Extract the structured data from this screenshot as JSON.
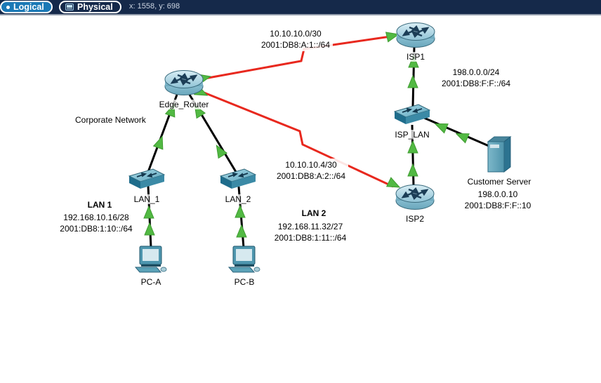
{
  "titlebar": {
    "logical_tab": "Logical",
    "physical_tab": "Physical",
    "coordinates": "x: 1558, y: 698"
  },
  "devices": {
    "edge_router": {
      "label": "Edge_Router",
      "type": "router"
    },
    "isp1": {
      "label": "ISP1",
      "type": "router"
    },
    "isp2": {
      "label": "ISP2",
      "type": "router"
    },
    "isp_lan": {
      "label": "ISP_LAN",
      "type": "switch"
    },
    "lan1": {
      "label": "LAN_1",
      "type": "switch"
    },
    "lan2": {
      "label": "LAN_2",
      "type": "switch"
    },
    "pc_a": {
      "label": "PC-A",
      "type": "pc"
    },
    "pc_b": {
      "label": "PC-B",
      "type": "pc"
    },
    "customer_server": {
      "label": "Customer Server",
      "type": "server"
    }
  },
  "notes": {
    "wan1": {
      "line1": "10.10.10.0/30",
      "line2": "2001:DB8:A:1::/64"
    },
    "isp_subnet": {
      "line1": "198.0.0.0/24",
      "line2": "2001:DB8:F:F::/64"
    },
    "corporate": {
      "text": "Corporate Network"
    },
    "wan2": {
      "line1": "10.10.10.4/30",
      "line2": "2001:DB8:A:2::/64"
    },
    "lan1": {
      "title": "LAN 1",
      "line1": "192.168.10.16/28",
      "line2": "2001:DB8:1:10::/64"
    },
    "lan2": {
      "title": "LAN 2",
      "line1": "192.168.11.32/27",
      "line2": "2001:DB8:1:11::/64"
    },
    "server": {
      "line1": "198.0.0.10",
      "line2": "2001:DB8:F:F::10"
    }
  },
  "colors": {
    "titlebar_bg": "#15294a",
    "active_tab": "#1b79b6",
    "serial_link": "#e8281e",
    "copper_link": "#000000",
    "link_status_up": "#52b943"
  }
}
